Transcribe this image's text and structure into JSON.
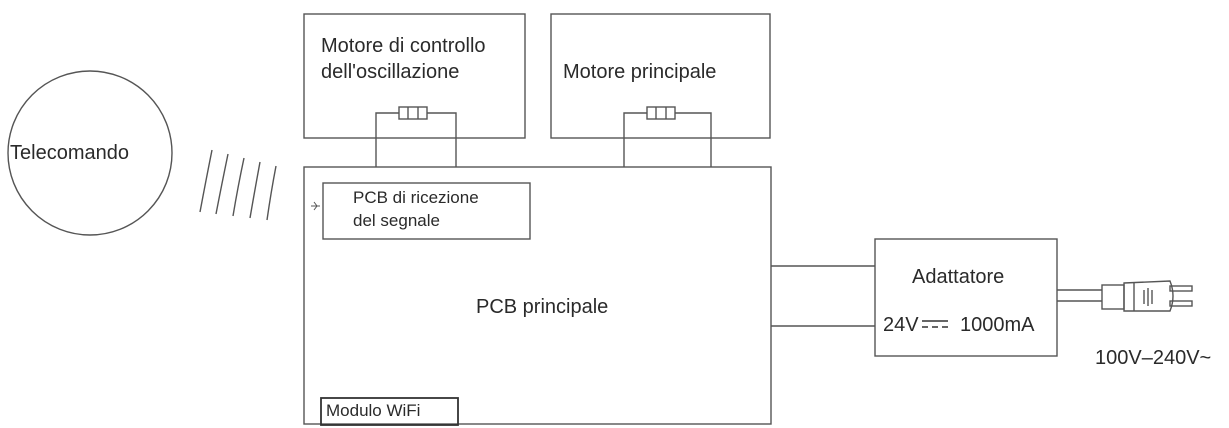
{
  "remote": {
    "label": "Telecomando"
  },
  "oscillation_motor": {
    "line1": "Motore di controllo",
    "line2": "dell'oscillazione"
  },
  "main_motor": {
    "label": "Motore principale"
  },
  "signal_pcb": {
    "line1": "PCB di ricezione",
    "line2": "del segnale"
  },
  "main_pcb": {
    "label": "PCB principale"
  },
  "wifi_module": {
    "label": "Modulo WiFi"
  },
  "adapter": {
    "label": "Adattatore",
    "rating_voltage": "24V",
    "rating_current": "1000mA"
  },
  "plug": {
    "voltage": "100V–240V~"
  }
}
